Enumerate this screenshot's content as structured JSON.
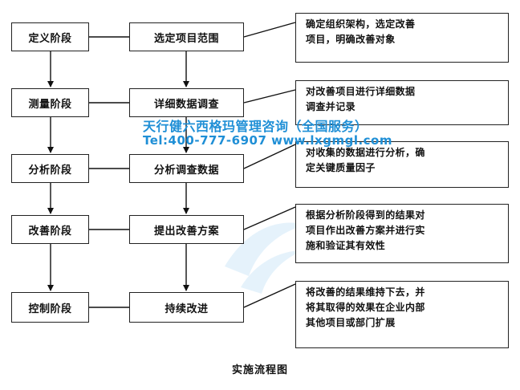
{
  "phases": [
    "定义阶段",
    "测量阶段",
    "分析阶段",
    "改善阶段",
    "控制阶段"
  ],
  "steps": [
    "选定项目范围",
    "详细数据调查",
    "分析调查数据",
    "提出改善方案",
    "持续改进"
  ],
  "descriptions": [
    [
      "确定组织架构，选定改善",
      "项目，明确改善对象"
    ],
    [
      "对改善项目进行详细数据",
      "调查并记录"
    ],
    [
      "对收集的数据进行分析，确",
      "定关键质量因子"
    ],
    [
      "根据分析阶段得到的结果对",
      "项目作出改善方案并进行实",
      "施和验证其有效性"
    ],
    [
      "将改善的结果维持下去，并",
      "将其取得的效果在企业内部",
      "其他项目或部门扩展"
    ]
  ],
  "watermark": {
    "title": "天行健六西格玛管理咨询（全国服务）",
    "contact": "Tel:400-777-6907 www.lxgmgl.com",
    "color": "#1f8fd6"
  },
  "caption": "实施流程图"
}
